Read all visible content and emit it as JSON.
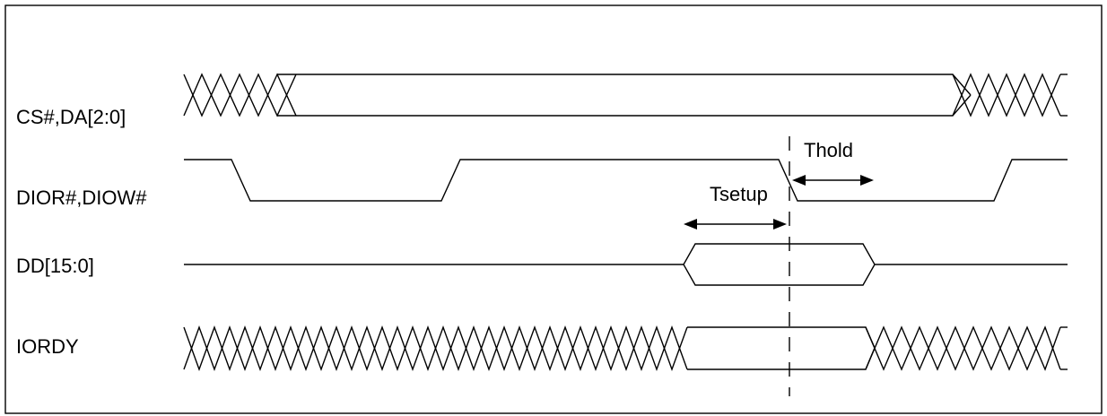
{
  "signals": [
    {
      "id": "cs-da",
      "label": "CS#,DA[2:0]"
    },
    {
      "id": "dior-diow",
      "label": "DIOR#,DIOW#"
    },
    {
      "id": "dd",
      "label": "DD[15:0]"
    },
    {
      "id": "iordy",
      "label": "IORDY"
    }
  ],
  "annotations": {
    "setup_label": "Tsetup",
    "hold_label": "Thold"
  },
  "colors": {
    "line": "#000000",
    "background": "#ffffff"
  }
}
